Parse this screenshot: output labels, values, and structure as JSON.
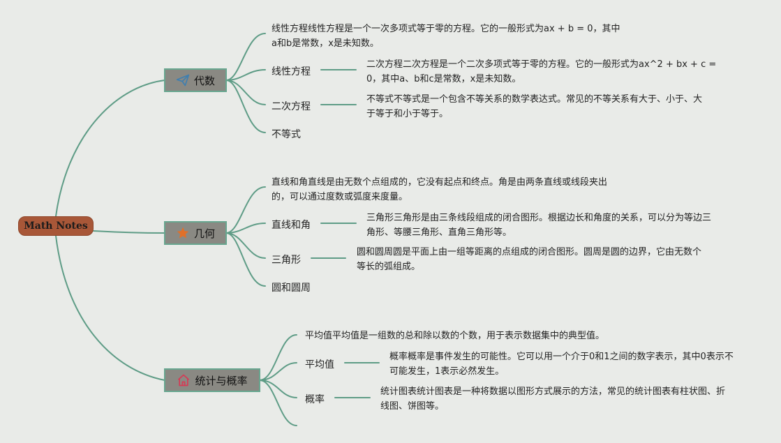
{
  "root": {
    "label": "Math Notes"
  },
  "topics": [
    {
      "label": "代数",
      "icon": "paper-plane-icon",
      "icon_color": "#3f7fb0",
      "subtopics": [
        "线性方程",
        "二次方程",
        "不等式"
      ],
      "notes": [
        "线性方程线性方程是一个一次多项式等于零的方程。它的一般形式为ax + b = 0，其中a和b是常数，x是未知数。",
        "二次方程二次方程是一个二次多项式等于零的方程。它的一般形式为ax^2 + bx + c = 0，其中a、b和c是常数，x是未知数。",
        "不等式不等式是一个包含不等关系的数学表达式。常见的不等关系有大于、小于、大于等于和小于等于。"
      ]
    },
    {
      "label": "几何",
      "icon": "star-icon",
      "icon_color": "#e0702a",
      "subtopics": [
        "直线和角",
        "三角形",
        "圆和圆周"
      ],
      "notes": [
        "直线和角直线是由无数个点组成的，它没有起点和终点。角是由两条直线或线段夹出的，可以通过度数或弧度来度量。",
        "三角形三角形是由三条线段组成的闭合图形。根据边长和角度的关系，可以分为等边三角形、等腰三角形、直角三角形等。",
        "圆和圆周圆是平面上由一组等距离的点组成的闭合图形。圆周是圆的边界，它由无数个等长的弧组成。"
      ]
    },
    {
      "label": "统计与概率",
      "icon": "home-icon",
      "icon_color": "#d63a55",
      "subtopics": [
        "平均值",
        "概率"
      ],
      "notes": [
        "平均值平均值是一组数的总和除以数的个数，用于表示数据集中的典型值。",
        "概率概率是事件发生的可能性。它可以用一个介于0和1之间的数字表示，其中0表示不可能发生，1表示必然发生。",
        "统计图表统计图表是一种将数据以图形方式展示的方法，常见的统计图表有柱状图、折线图、饼图等。"
      ]
    }
  ],
  "colors": {
    "link": "#5e9c86",
    "root_fill": "#a85738",
    "topic_fill": "#8a8983",
    "topic_border": "#67a68f"
  }
}
